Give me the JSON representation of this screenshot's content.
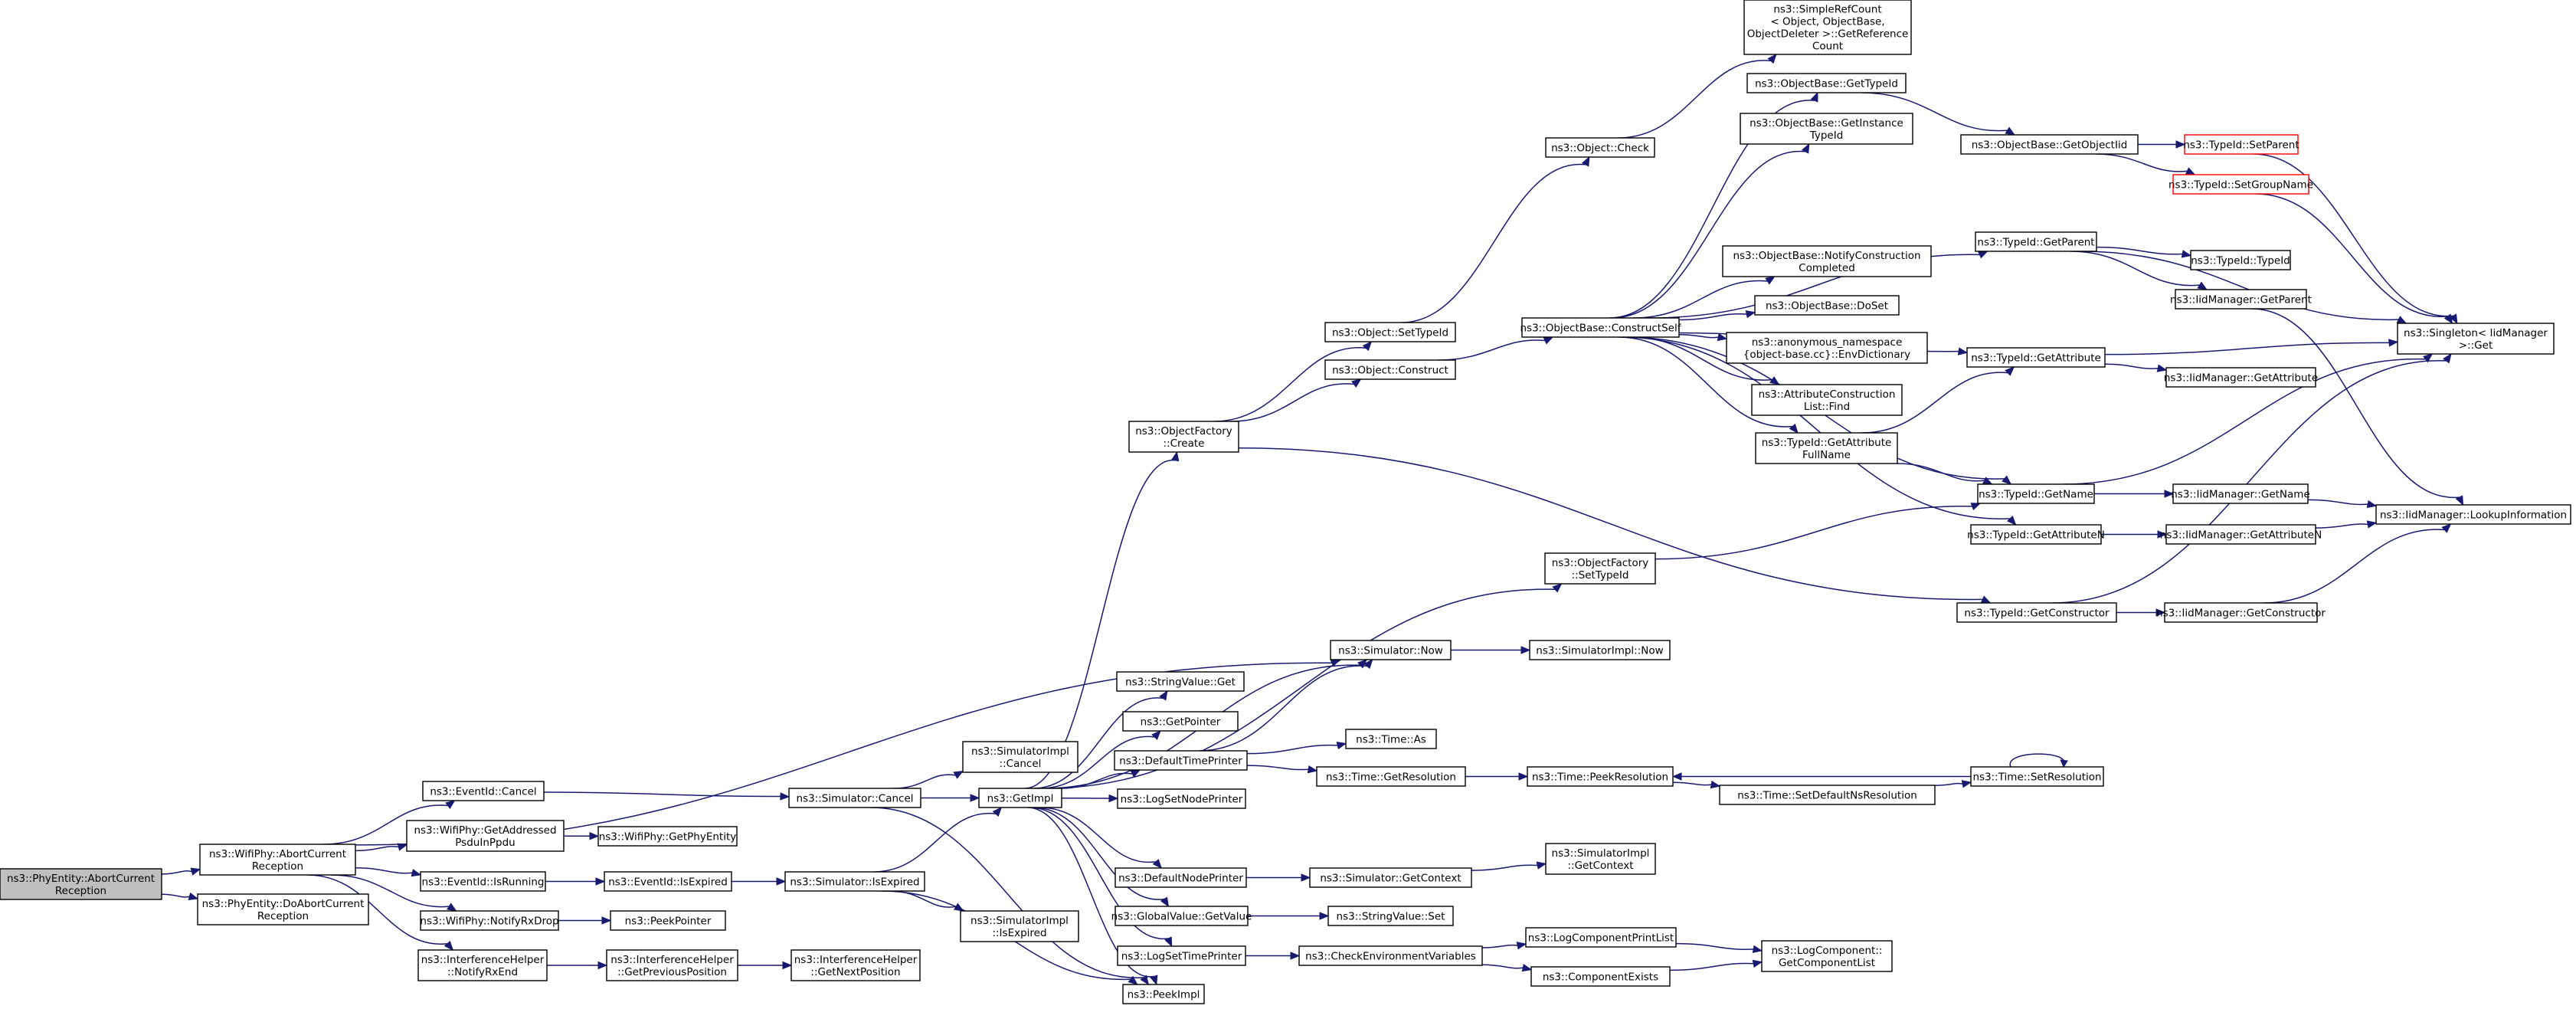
{
  "colors": {
    "edge": "#191970",
    "node_border": "#000000",
    "root_fill": "#bfbfbf",
    "highlight_border": "#ff0000"
  },
  "nodes": {
    "n1": [
      "ns3::PhyEntity::AbortCurrent",
      "Reception"
    ],
    "n2": [
      "ns3::WifiPhy::AbortCurrent",
      "Reception"
    ],
    "n3": [
      "ns3::PhyEntity::DoAbortCurrent",
      "Reception"
    ],
    "n4": [
      "ns3::EventId::Cancel"
    ],
    "n5": [
      "ns3::WifiPhy::GetAddressed",
      "PsduInPpdu"
    ],
    "n6": [
      "ns3::EventId::IsRunning"
    ],
    "n7": [
      "ns3::WifiPhy::NotifyRxDrop"
    ],
    "n8": [
      "ns3::InterferenceHelper",
      "::NotifyRxEnd"
    ],
    "n9": [
      "ns3::WifiPhy::GetPhyEntity"
    ],
    "n10": [
      "ns3::EventId::IsExpired"
    ],
    "n11": [
      "ns3::PeekPointer"
    ],
    "n12": [
      "ns3::InterferenceHelper",
      "::GetPreviousPosition"
    ],
    "n13": [
      "ns3::InterferenceHelper",
      "::GetNextPosition"
    ],
    "n14": [
      "ns3::Simulator::Cancel"
    ],
    "n15": [
      "ns3::Simulator::IsExpired"
    ],
    "n16": [
      "ns3::SimulatorImpl",
      "::Cancel"
    ],
    "n17": [
      "ns3::SimulatorImpl",
      "::IsExpired"
    ],
    "n18": [
      "ns3::GetImpl"
    ],
    "n19": [
      "ns3::PeekImpl"
    ],
    "n20": [
      "ns3::ObjectFactory",
      "::Create"
    ],
    "n21": [
      "ns3::StringValue::Get"
    ],
    "n22": [
      "ns3::GetPointer"
    ],
    "n23": [
      "ns3::DefaultTimePrinter"
    ],
    "n24": [
      "ns3::LogSetNodePrinter"
    ],
    "n25": [
      "ns3::DefaultNodePrinter"
    ],
    "n26": [
      "ns3::GlobalValue::GetValue"
    ],
    "n27": [
      "ns3::LogSetTimePrinter"
    ],
    "n28": [
      "ns3::Object::SetTypeId"
    ],
    "n29": [
      "ns3::Object::Construct"
    ],
    "n30": [
      "ns3::Simulator::Now"
    ],
    "n31": [
      "ns3::Time::As"
    ],
    "n32": [
      "ns3::Time::GetResolution"
    ],
    "n33": [
      "ns3::Simulator::GetContext"
    ],
    "n34": [
      "ns3::StringValue::Set"
    ],
    "n35": [
      "ns3::CheckEnvironmentVariables"
    ],
    "n36": [
      "ns3::Object::Check"
    ],
    "n37": [
      "ns3::ObjectBase::ConstructSelf"
    ],
    "n38": [
      "ns3::ObjectFactory",
      "::SetTypeId"
    ],
    "n39": [
      "ns3::SimulatorImpl::Now"
    ],
    "n40": [
      "ns3::Time::PeekResolution"
    ],
    "n41": [
      "ns3::SimulatorImpl",
      "::GetContext"
    ],
    "n42": [
      "ns3::LogComponentPrintList"
    ],
    "n43": [
      "ns3::ComponentExists"
    ],
    "n44": [
      "ns3::SimpleRefCount",
      "< Object, ObjectBase,",
      " ObjectDeleter >::GetReference",
      "Count"
    ],
    "n45": [
      "ns3::ObjectBase::GetTypeId"
    ],
    "n46": [
      "ns3::ObjectBase::GetInstance",
      "TypeId"
    ],
    "n47": [
      "ns3::ObjectBase::NotifyConstruction",
      "Completed"
    ],
    "n48": [
      "ns3::ObjectBase::DoSet"
    ],
    "n49": [
      "ns3::anonymous_namespace",
      "{object-base.cc}::EnvDictionary"
    ],
    "n50": [
      "ns3::AttributeConstruction",
      "List::Find"
    ],
    "n51": [
      "ns3::TypeId::GetAttribute",
      "FullName"
    ],
    "n52": [
      "ns3::Time::SetDefaultNsResolution"
    ],
    "n53": [
      "ns3::LogComponent::",
      "GetComponentList"
    ],
    "n54": [
      "ns3::ObjectBase::GetObjectIid"
    ],
    "n55": [
      "ns3::TypeId::GetParent"
    ],
    "n56": [
      "ns3::TypeId::GetAttribute"
    ],
    "n57": [
      "ns3::TypeId::GetName"
    ],
    "n58": [
      "ns3::TypeId::GetAttributeN"
    ],
    "n59": [
      "ns3::TypeId::GetConstructor"
    ],
    "n60": [
      "ns3::Time::SetResolution"
    ],
    "n61": [
      "ns3::TypeId::SetParent"
    ],
    "n62": [
      "ns3::TypeId::SetGroupName"
    ],
    "n63": [
      "ns3::TypeId::TypeId"
    ],
    "n64": [
      "ns3::IidManager::GetParent"
    ],
    "n65": [
      "ns3::IidManager::GetAttribute"
    ],
    "n66": [
      "ns3::IidManager::GetName"
    ],
    "n67": [
      "ns3::IidManager::GetAttributeN"
    ],
    "n68": [
      "ns3::IidManager::GetConstructor"
    ],
    "n69": [
      "ns3::Singleton< IidManager",
      " >::Get"
    ],
    "n70": [
      "ns3::IidManager::LookupInformation"
    ]
  }
}
